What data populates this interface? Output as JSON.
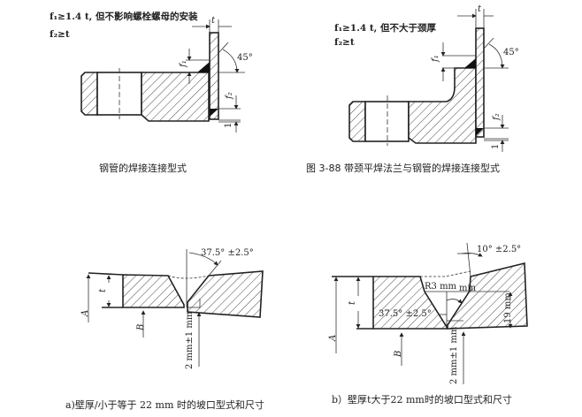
{
  "figure1": {
    "note_f1": "f₁≥1.4 t, 但不影响螺栓螺母的安装",
    "note_f2": "f₂≥t",
    "dim_t": "t",
    "dim_f1": "f₁",
    "dim_f2": "f₂",
    "dim_1": "1",
    "angle": "45°",
    "caption": "钢管的焊接连接型式"
  },
  "figure2": {
    "note_f1": "f₁≥1.4 t, 但不大于颈厚",
    "note_f2": "f₂≥t",
    "dim_t": "t",
    "dim_f1": "f₁",
    "dim_f2": "f₂",
    "dim_1": "1",
    "angle": "45°",
    "caption": "图 3-88 带颈平焊法兰与钢管的焊接连接型式"
  },
  "figure3": {
    "angle": "37.5°  ±2.5°",
    "dim_t": "t",
    "label_A": "A",
    "label_B": "B",
    "gap": "2 mm±1 mm",
    "caption": "a)壁厚/小于等于 22 mm 时的坡口型式和尺寸"
  },
  "figure4": {
    "angle_top": "10°  ±2.5°",
    "radius": "R3 mm",
    "radius_sub": "min",
    "angle_bottom": "37.5° ±2.5°",
    "height": "19 mm",
    "dim_t": "t",
    "label_A": "A",
    "label_B": "B",
    "gap": "2 mm±1 mm",
    "caption": "b）壁厚t大于22 mm时的坡口型式和尺寸"
  }
}
